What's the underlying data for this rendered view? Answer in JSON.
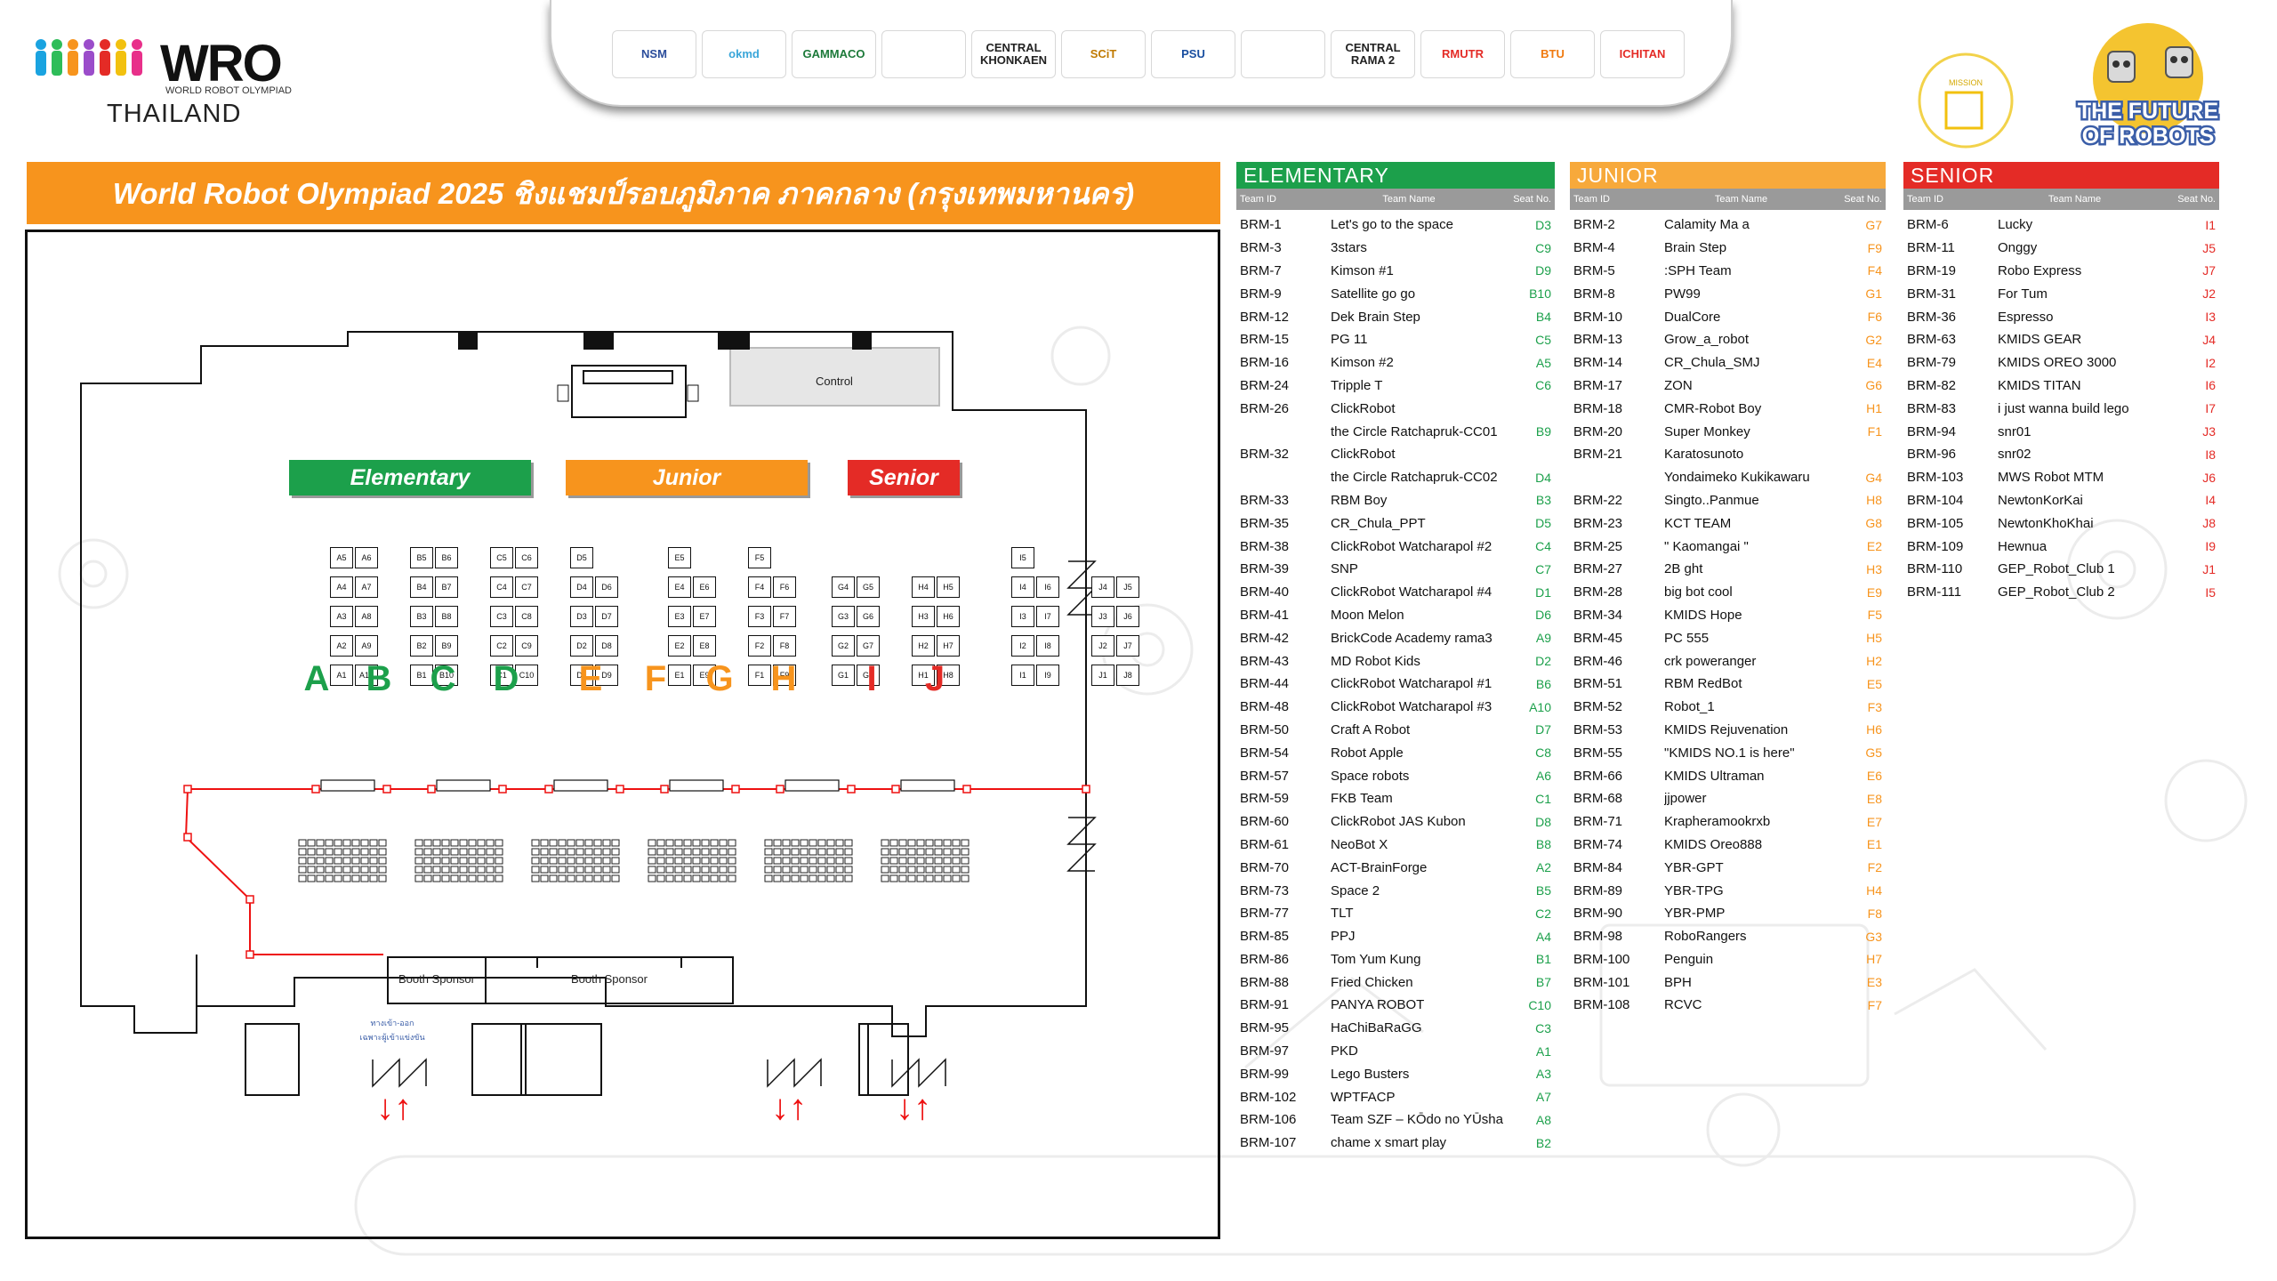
{
  "header": {
    "wro_logo_text": "WRO",
    "wro_subtitle": "WORLD ROBOT OLYMPIAD",
    "country": "THAILAND",
    "banner_title": "World Robot Olympiad 2025 ชิงแชมป์รอบภูมิภาค ภาคกลาง (กรุงเทพมหานคร)",
    "future_text_1": "THE FUTURE",
    "future_text_2": "OF ROBOTS",
    "mission_label": "MISSION"
  },
  "sponsors": [
    "NSM",
    "okmd",
    "GAMMACO",
    "",
    "CENTRAL KHONKAEN",
    "SCiT",
    "PSU",
    "",
    "CENTRAL RAMA 2",
    "RMUTR",
    "BTU",
    "ICHITAN"
  ],
  "map": {
    "control_label": "Control",
    "booth_1": "Booth Sponsor",
    "booth_2": "Booth Sponsor",
    "entrance_note_1": "ทางเข้า-ออก",
    "entrance_note_2": "เฉพาะผู้เข้าแข่งขัน",
    "zones": {
      "elementary": "Elementary",
      "junior": "Junior",
      "senior": "Senior"
    },
    "row_letters": [
      "A",
      "B",
      "C",
      "D",
      "E",
      "F",
      "G",
      "H",
      "I",
      "J"
    ],
    "colors": {
      "green": "#1ca04b",
      "orange": "#f7941d",
      "red": "#e42b26"
    }
  },
  "seat_blocks": [
    {
      "cols": [
        [
          "A5",
          "A4",
          "A3",
          "A2",
          "A1"
        ],
        [
          "A6",
          "A7",
          "A8",
          "A9",
          "A10"
        ]
      ]
    },
    {
      "cols": [
        [
          "B5",
          "B4",
          "B3",
          "B2",
          "B1"
        ],
        [
          "B6",
          "B7",
          "B8",
          "B9",
          "B10"
        ]
      ]
    },
    {
      "cols": [
        [
          "C5",
          "C4",
          "C3",
          "C2",
          "C1"
        ],
        [
          "C6",
          "C7",
          "C8",
          "C9",
          "C10"
        ]
      ]
    },
    {
      "cols": [
        [
          "D5",
          "D4",
          "D3",
          "D2",
          "D1"
        ],
        [
          "",
          "D6",
          "D7",
          "D8",
          "D9"
        ]
      ]
    },
    {
      "cols": [
        [
          "E5",
          "E4",
          "E3",
          "E2",
          "E1"
        ],
        [
          "",
          "E6",
          "E7",
          "E8",
          "E9"
        ]
      ]
    },
    {
      "cols": [
        [
          "F5",
          "F4",
          "F3",
          "F2",
          "F1"
        ],
        [
          "",
          "F6",
          "F7",
          "F8",
          "F9"
        ]
      ]
    },
    {
      "cols": [
        [
          "",
          "G4",
          "G3",
          "G2",
          "G1"
        ],
        [
          "",
          "G5",
          "G6",
          "G7",
          "G8"
        ]
      ]
    },
    {
      "cols": [
        [
          "",
          "H4",
          "H3",
          "H2",
          "H1"
        ],
        [
          "",
          "H5",
          "H6",
          "H7",
          "H8"
        ]
      ]
    },
    {
      "cols": [
        [
          "I5",
          "I4",
          "I3",
          "I2",
          "I1"
        ],
        [
          "",
          "I6",
          "I7",
          "I8",
          "I9"
        ]
      ]
    },
    {
      "cols": [
        [
          "",
          "J4",
          "J3",
          "J2",
          "J1"
        ],
        [
          "",
          "J5",
          "J6",
          "J7",
          "J8"
        ]
      ]
    }
  ],
  "panels": {
    "elementary": {
      "title": "ELEMENTARY",
      "col_id": "Team ID",
      "col_name": "Team Name",
      "col_seat": "Seat No.",
      "teams": [
        [
          "BRM-1",
          "Let's go to the space",
          "D3"
        ],
        [
          "BRM-3",
          "3stars",
          "C9"
        ],
        [
          "BRM-7",
          "Kimson #1",
          "D9"
        ],
        [
          "BRM-9",
          "Satellite go go",
          "B10"
        ],
        [
          "BRM-12",
          "Dek Brain Step",
          "B4"
        ],
        [
          "BRM-15",
          "PG 11",
          "C5"
        ],
        [
          "BRM-16",
          "Kimson #2",
          "A5"
        ],
        [
          "BRM-24",
          "Tripple T",
          "C6"
        ],
        [
          "BRM-26",
          "ClickRobot",
          ""
        ],
        [
          "",
          "the Circle Ratchapruk-CC01",
          "B9"
        ],
        [
          "BRM-32",
          "ClickRobot",
          ""
        ],
        [
          "",
          "the Circle Ratchapruk-CC02",
          "D4"
        ],
        [
          "BRM-33",
          "RBM Boy",
          "B3"
        ],
        [
          "BRM-35",
          "CR_Chula_PPT",
          "D5"
        ],
        [
          "BRM-38",
          "ClickRobot Watcharapol #2",
          "C4"
        ],
        [
          "BRM-39",
          "SNP",
          "C7"
        ],
        [
          "BRM-40",
          "ClickRobot Watcharapol #4",
          "D1"
        ],
        [
          "BRM-41",
          "Moon Melon",
          "D6"
        ],
        [
          "BRM-42",
          "BrickCode Academy rama3",
          "A9"
        ],
        [
          "BRM-43",
          "MD Robot Kids",
          "D2"
        ],
        [
          "BRM-44",
          "ClickRobot Watcharapol #1",
          "B6"
        ],
        [
          "BRM-48",
          "ClickRobot Watcharapol #3",
          "A10"
        ],
        [
          "BRM-50",
          "Craft A Robot",
          "D7"
        ],
        [
          "BRM-54",
          "Robot Apple",
          "C8"
        ],
        [
          "BRM-57",
          "Space robots",
          "A6"
        ],
        [
          "BRM-59",
          "FKB Team",
          "C1"
        ],
        [
          "BRM-60",
          "ClickRobot JAS Kubon",
          "D8"
        ],
        [
          "BRM-61",
          "NeoBot X",
          "B8"
        ],
        [
          "BRM-70",
          "ACT-BrainForge",
          "A2"
        ],
        [
          "BRM-73",
          "Space 2",
          "B5"
        ],
        [
          "BRM-77",
          "TLT",
          "C2"
        ],
        [
          "BRM-85",
          "PPJ",
          "A4"
        ],
        [
          "BRM-86",
          "Tom Yum Kung",
          "B1"
        ],
        [
          "BRM-88",
          "Fried Chicken",
          "B7"
        ],
        [
          "BRM-91",
          "PANYA ROBOT",
          "C10"
        ],
        [
          "BRM-95",
          "HaChiBaRaGG",
          "C3"
        ],
        [
          "BRM-97",
          "PKD",
          "A1"
        ],
        [
          "BRM-99",
          "Lego Busters",
          "A3"
        ],
        [
          "BRM-102",
          "WPTFACP",
          "A7"
        ],
        [
          "BRM-106",
          "Team SZF – KŌdo no YŪsha",
          "A8"
        ],
        [
          "BRM-107",
          "chame x smart play",
          "B2"
        ]
      ]
    },
    "junior": {
      "title": "JUNIOR",
      "col_id": "Team ID",
      "col_name": "Team Name",
      "col_seat": "Seat No.",
      "teams": [
        [
          "BRM-2",
          "Calamity Ma a",
          "G7"
        ],
        [
          "BRM-4",
          "Brain Step",
          "F9"
        ],
        [
          "BRM-5",
          ":SPH Team",
          "F4"
        ],
        [
          "BRM-8",
          "PW99",
          "G1"
        ],
        [
          "BRM-10",
          "DualCore",
          "F6"
        ],
        [
          "BRM-13",
          "Grow_a_robot",
          "G2"
        ],
        [
          "BRM-14",
          "CR_Chula_SMJ",
          "E4"
        ],
        [
          "BRM-17",
          "ZON",
          "G6"
        ],
        [
          "BRM-18",
          "CMR-Robot Boy",
          "H1"
        ],
        [
          "BRM-20",
          "Super Monkey",
          "F1"
        ],
        [
          "BRM-21",
          "Karatosunoto",
          ""
        ],
        [
          "",
          "Yondaimeko Kukikawaru",
          "G4"
        ],
        [
          "BRM-22",
          "Singto..Panmue",
          "H8"
        ],
        [
          "BRM-23",
          "KCT TEAM",
          "G8"
        ],
        [
          "BRM-25",
          "\" Kaomangai \"",
          "E2"
        ],
        [
          "BRM-27",
          "2B  ght",
          "H3"
        ],
        [
          "BRM-28",
          "big bot cool",
          "E9"
        ],
        [
          "BRM-34",
          "KMIDS Hope",
          "F5"
        ],
        [
          "BRM-45",
          "PC 555",
          "H5"
        ],
        [
          "BRM-46",
          "crk poweranger",
          "H2"
        ],
        [
          "BRM-51",
          "RBM RedBot",
          "E5"
        ],
        [
          "BRM-52",
          "Robot_1",
          "F3"
        ],
        [
          "BRM-53",
          "KMIDS Rejuvenation",
          "H6"
        ],
        [
          "BRM-55",
          "\"KMIDS NO.1 is here\"",
          "G5"
        ],
        [
          "BRM-66",
          "KMIDS Ultraman",
          "E6"
        ],
        [
          "BRM-68",
          "jjpower",
          "E8"
        ],
        [
          "BRM-71",
          "Krapheramookrxb",
          "E7"
        ],
        [
          "BRM-74",
          "KMIDS Oreo888",
          "E1"
        ],
        [
          "BRM-84",
          "YBR-GPT",
          "F2"
        ],
        [
          "BRM-89",
          "YBR-TPG",
          "H4"
        ],
        [
          "BRM-90",
          "YBR-PMP",
          "F8"
        ],
        [
          "BRM-98",
          "RoboRangers",
          "G3"
        ],
        [
          "BRM-100",
          "Penguin",
          "H7"
        ],
        [
          "BRM-101",
          "BPH",
          "E3"
        ],
        [
          "BRM-108",
          "RCVC",
          "F7"
        ]
      ]
    },
    "senior": {
      "title": "SENIOR",
      "col_id": "Team ID",
      "col_name": "Team Name",
      "col_seat": "Seat No.",
      "teams": [
        [
          "BRM-6",
          "Lucky",
          "I1"
        ],
        [
          "BRM-11",
          "Onggy",
          "J5"
        ],
        [
          "BRM-19",
          "Robo Express",
          "J7"
        ],
        [
          "BRM-31",
          "For Tum",
          "J2"
        ],
        [
          "BRM-36",
          "Espresso",
          "I3"
        ],
        [
          "BRM-63",
          "KMIDS GEAR",
          "J4"
        ],
        [
          "BRM-79",
          "KMIDS OREO 3000",
          "I2"
        ],
        [
          "BRM-82",
          "KMIDS TITAN",
          "I6"
        ],
        [
          "BRM-83",
          "i just wanna build lego",
          "I7"
        ],
        [
          "BRM-94",
          "snr01",
          "J3"
        ],
        [
          "BRM-96",
          "snr02",
          "I8"
        ],
        [
          "BRM-103",
          "MWS Robot MTM",
          "J6"
        ],
        [
          "BRM-104",
          "NewtonKorKai",
          "I4"
        ],
        [
          "BRM-105",
          "NewtonKhoKhai",
          "J8"
        ],
        [
          "BRM-109",
          "Hewnua",
          "I9"
        ],
        [
          "BRM-110",
          "GEP_Robot_Club 1",
          "J1"
        ],
        [
          "BRM-111",
          "GEP_Robot_Club 2",
          "I5"
        ]
      ]
    }
  }
}
